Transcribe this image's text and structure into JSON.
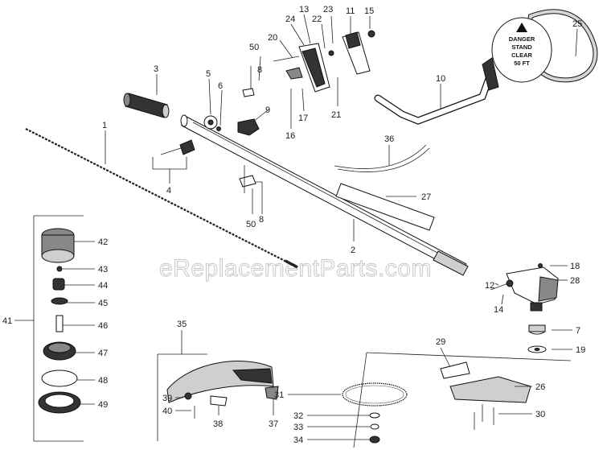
{
  "watermark": "eReplacementParts.com",
  "sign": {
    "line1": "DANGER",
    "line2": "STAND",
    "line3": "CLEAR",
    "line4": "50 FT"
  },
  "labels": {
    "p1": "1",
    "p2": "2",
    "p3": "3",
    "p4": "4",
    "p5": "5",
    "p6": "6",
    "p7": "7",
    "p8a": "8",
    "p8b": "8",
    "p9": "9",
    "p10": "10",
    "p11": "11",
    "p12": "12",
    "p13": "13",
    "p14": "14",
    "p15": "15",
    "p16": "16",
    "p17": "17",
    "p18": "18",
    "p19": "19",
    "p20": "20",
    "p21": "21",
    "p22": "22",
    "p23": "23",
    "p24": "24",
    "p25": "25",
    "p26": "26",
    "p27": "27",
    "p28": "28",
    "p29": "29",
    "p30": "30",
    "p31": "31",
    "p32": "32",
    "p33": "33",
    "p34": "34",
    "p35": "35",
    "p36": "36",
    "p37": "37",
    "p38": "38",
    "p39": "39",
    "p40": "40",
    "p41": "41",
    "p42": "42",
    "p43": "43",
    "p44": "44",
    "p45": "45",
    "p46": "46",
    "p47": "47",
    "p48": "48",
    "p49": "49",
    "p50a": "50",
    "p50b": "50"
  }
}
